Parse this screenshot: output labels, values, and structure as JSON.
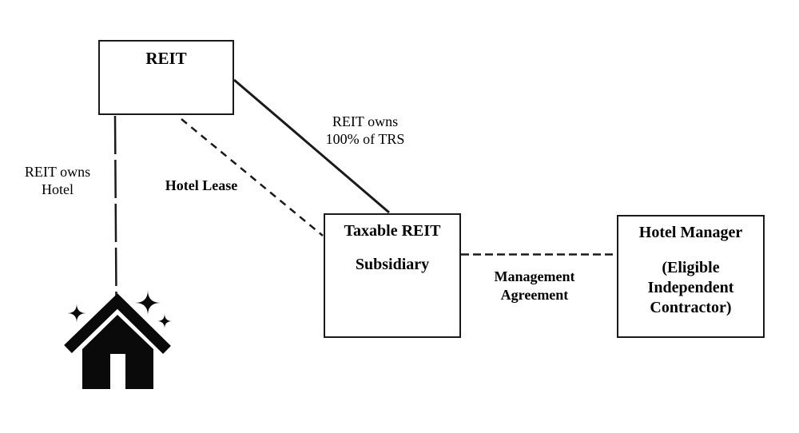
{
  "colors": {
    "ink": "#000000",
    "background": "#ffffff"
  },
  "nodes": {
    "reit": {
      "label": "REIT"
    },
    "trs": {
      "line1": "Taxable REIT",
      "line2": "Subsidiary"
    },
    "manager": {
      "line1": "Hotel Manager",
      "line2": "(Eligible",
      "line3": "Independent",
      "line4": "Contractor)"
    },
    "hotel": {
      "icon": "house-with-sparkles-icon"
    }
  },
  "edges": {
    "reit_owns_hotel": {
      "style": "long-dashed-vertical",
      "label_line1": "REIT owns",
      "label_line2": "Hotel"
    },
    "reit_owns_trs": {
      "style": "solid-diagonal",
      "label_line1": "REIT owns",
      "label_line2": "100% of TRS"
    },
    "hotel_lease": {
      "style": "dashed-diagonal",
      "label": "Hotel Lease"
    },
    "management_agreement": {
      "style": "dashed-horizontal",
      "label_line1": "Management",
      "label_line2": "Agreement"
    }
  }
}
